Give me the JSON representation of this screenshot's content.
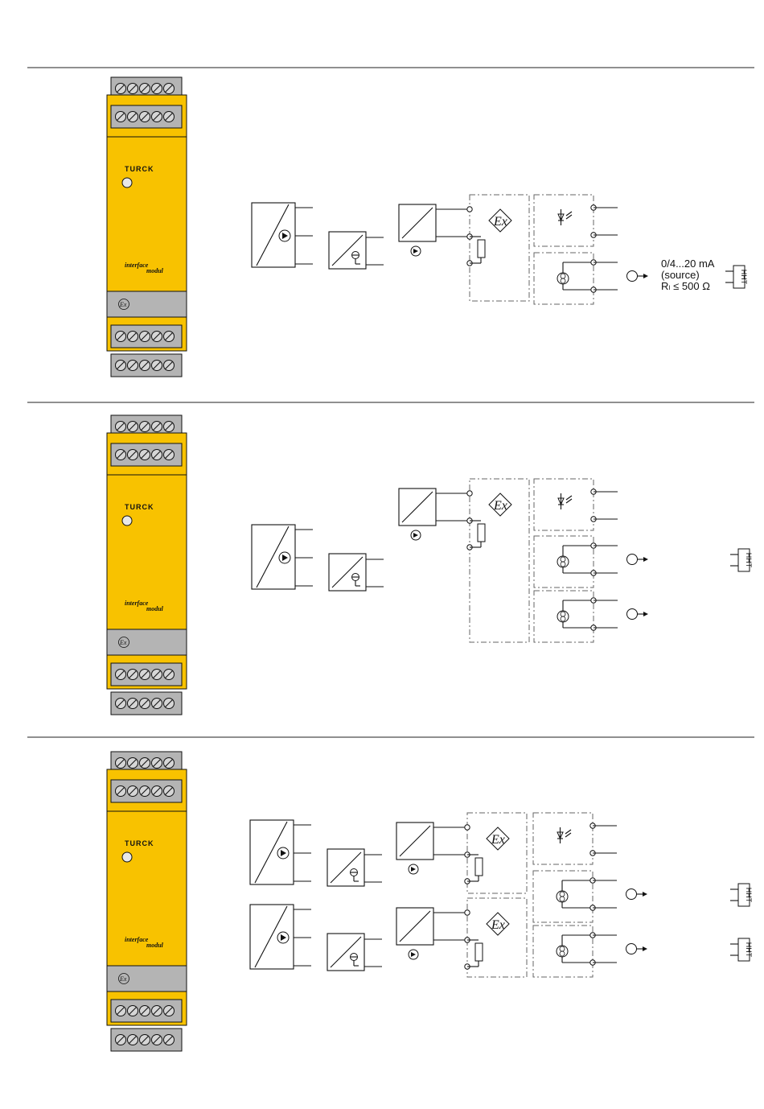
{
  "sections": [
    {
      "module": {
        "brand": "TURCK",
        "series": "interface modul",
        "ex_mark": "Ex"
      },
      "output": {
        "range": "0/4...20 mA",
        "mode": "(source)",
        "load": "Rₗ ≤ 500 Ω",
        "device_label": "HHT"
      }
    },
    {
      "module": {
        "brand": "TURCK",
        "series": "interface modul",
        "ex_mark": "Ex"
      },
      "output": {
        "device_label": "HHT"
      }
    },
    {
      "module": {
        "brand": "TURCK",
        "series": "interface modul",
        "ex_mark": "Ex"
      },
      "output": {
        "device_label": "HHT"
      }
    }
  ],
  "colors": {
    "module_yellow": "#f8c200",
    "terminal_gray": "#b4b4b4",
    "line": "#111111",
    "rule": "#222222",
    "dashed": "#666666"
  },
  "icons": [
    "transmitter-icon",
    "hart-communicator-icon",
    "ex-barrier-icon",
    "led-icon",
    "current-source-icon",
    "current-output-icon",
    "hht-icon"
  ]
}
